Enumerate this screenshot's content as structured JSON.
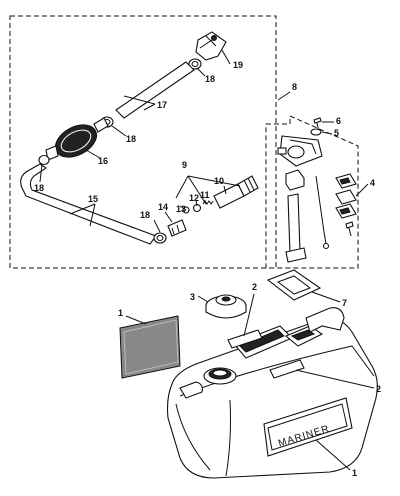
{
  "brand_text": "MARINER",
  "callouts": [
    {
      "id": "c1a",
      "text": "1"
    },
    {
      "id": "c1b",
      "text": "1"
    },
    {
      "id": "c2a",
      "text": "2"
    },
    {
      "id": "c2b",
      "text": "2"
    },
    {
      "id": "c3",
      "text": "3"
    },
    {
      "id": "c4",
      "text": "4"
    },
    {
      "id": "c5",
      "text": "5"
    },
    {
      "id": "c6",
      "text": "6"
    },
    {
      "id": "c7",
      "text": "7"
    },
    {
      "id": "c8",
      "text": "8"
    },
    {
      "id": "c9",
      "text": "9"
    },
    {
      "id": "c10",
      "text": "10"
    },
    {
      "id": "c11",
      "text": "11"
    },
    {
      "id": "c12",
      "text": "12"
    },
    {
      "id": "c13",
      "text": "13"
    },
    {
      "id": "c14",
      "text": "14"
    },
    {
      "id": "c15",
      "text": "15"
    },
    {
      "id": "c16",
      "text": "16"
    },
    {
      "id": "c17",
      "text": "17"
    },
    {
      "id": "c18a",
      "text": "18"
    },
    {
      "id": "c18b",
      "text": "18"
    },
    {
      "id": "c18c",
      "text": "18"
    },
    {
      "id": "c18d",
      "text": "18"
    },
    {
      "id": "c19",
      "text": "19"
    }
  ]
}
